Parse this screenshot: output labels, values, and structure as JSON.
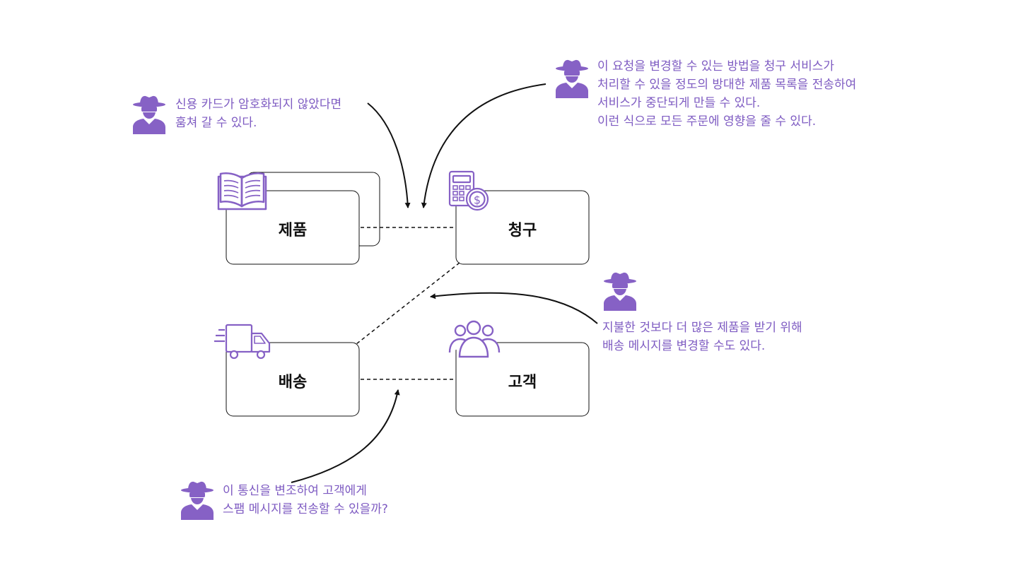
{
  "colors": {
    "accent": "#8661c5",
    "text_accent": "#7e5bc2",
    "stroke": "#111111"
  },
  "services": {
    "product": {
      "label": "제품",
      "icon": "book-icon"
    },
    "billing": {
      "label": "청구",
      "icon": "calculator-dollar-icon"
    },
    "shipping": {
      "label": "배송",
      "icon": "delivery-truck-icon"
    },
    "customer": {
      "label": "고객",
      "icon": "people-group-icon"
    }
  },
  "threats": {
    "credit_card": {
      "icon": "spy-icon",
      "lines": [
        "신용 카드가 암호화되지 않았다면",
        "훔쳐 갈 수 있다."
      ]
    },
    "billing_flood": {
      "icon": "spy-icon",
      "lines": [
        "이 요청을 변경할 수 있는 방법을 청구 서비스가",
        "처리할 수 있을 정도의 방대한 제품 목록을 전송하여",
        "서비스가 중단되게 만들 수 있다.",
        "이런 식으로 모든 주문에 영향을 줄 수 있다."
      ]
    },
    "shipping_tamper": {
      "icon": "spy-icon",
      "lines": [
        "지불한 것보다 더 많은 제품을 받기 위해",
        "배송 메시지를 변경할 수도 있다."
      ]
    },
    "spam": {
      "icon": "spy-icon",
      "lines": [
        "이 통신을 변조하여 고객에게",
        "스팸 메시지를 전송할 수 있을까?"
      ]
    }
  }
}
